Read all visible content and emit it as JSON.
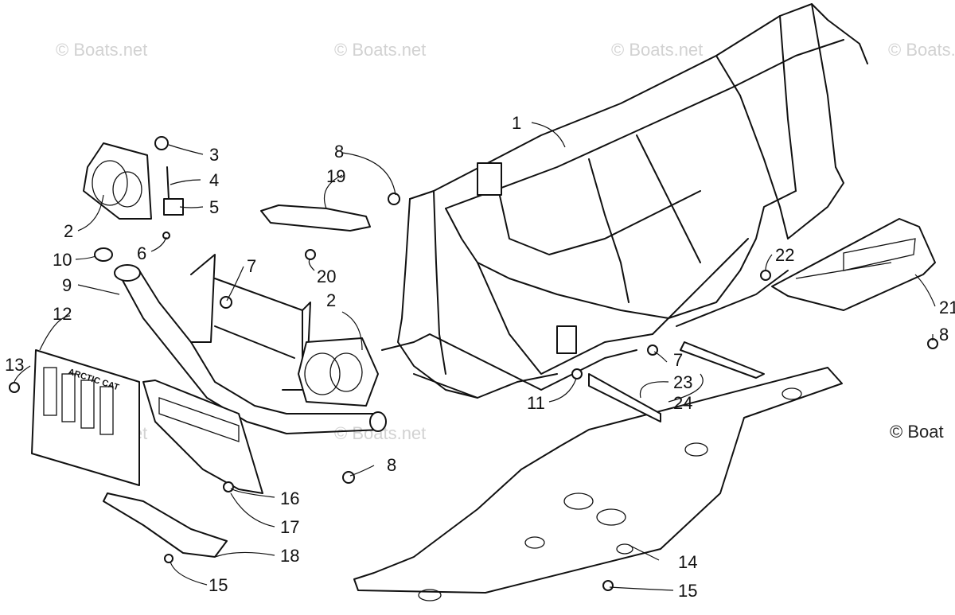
{
  "watermark": {
    "text": "© Boats.net",
    "edge_text": "© Boat"
  },
  "decal_text": "ARCTIC CAT",
  "callouts": [
    {
      "id": "c1",
      "label": "1"
    },
    {
      "id": "c2a",
      "label": "2"
    },
    {
      "id": "c2b",
      "label": "2"
    },
    {
      "id": "c3",
      "label": "3"
    },
    {
      "id": "c4",
      "label": "4"
    },
    {
      "id": "c5",
      "label": "5"
    },
    {
      "id": "c6",
      "label": "6"
    },
    {
      "id": "c7a",
      "label": "7"
    },
    {
      "id": "c7b",
      "label": "7"
    },
    {
      "id": "c8a",
      "label": "8"
    },
    {
      "id": "c8b",
      "label": "8"
    },
    {
      "id": "c8c",
      "label": "8"
    },
    {
      "id": "c9",
      "label": "9"
    },
    {
      "id": "c10",
      "label": "10"
    },
    {
      "id": "c11",
      "label": "11"
    },
    {
      "id": "c12",
      "label": "12"
    },
    {
      "id": "c13",
      "label": "13"
    },
    {
      "id": "c14",
      "label": "14"
    },
    {
      "id": "c15a",
      "label": "15"
    },
    {
      "id": "c15b",
      "label": "15"
    },
    {
      "id": "c16",
      "label": "16"
    },
    {
      "id": "c17",
      "label": "17"
    },
    {
      "id": "c18",
      "label": "18"
    },
    {
      "id": "c19",
      "label": "19"
    },
    {
      "id": "c20",
      "label": "20"
    },
    {
      "id": "c21",
      "label": "21"
    },
    {
      "id": "c22",
      "label": "22"
    },
    {
      "id": "c23",
      "label": "23"
    },
    {
      "id": "c24",
      "label": "24"
    }
  ]
}
